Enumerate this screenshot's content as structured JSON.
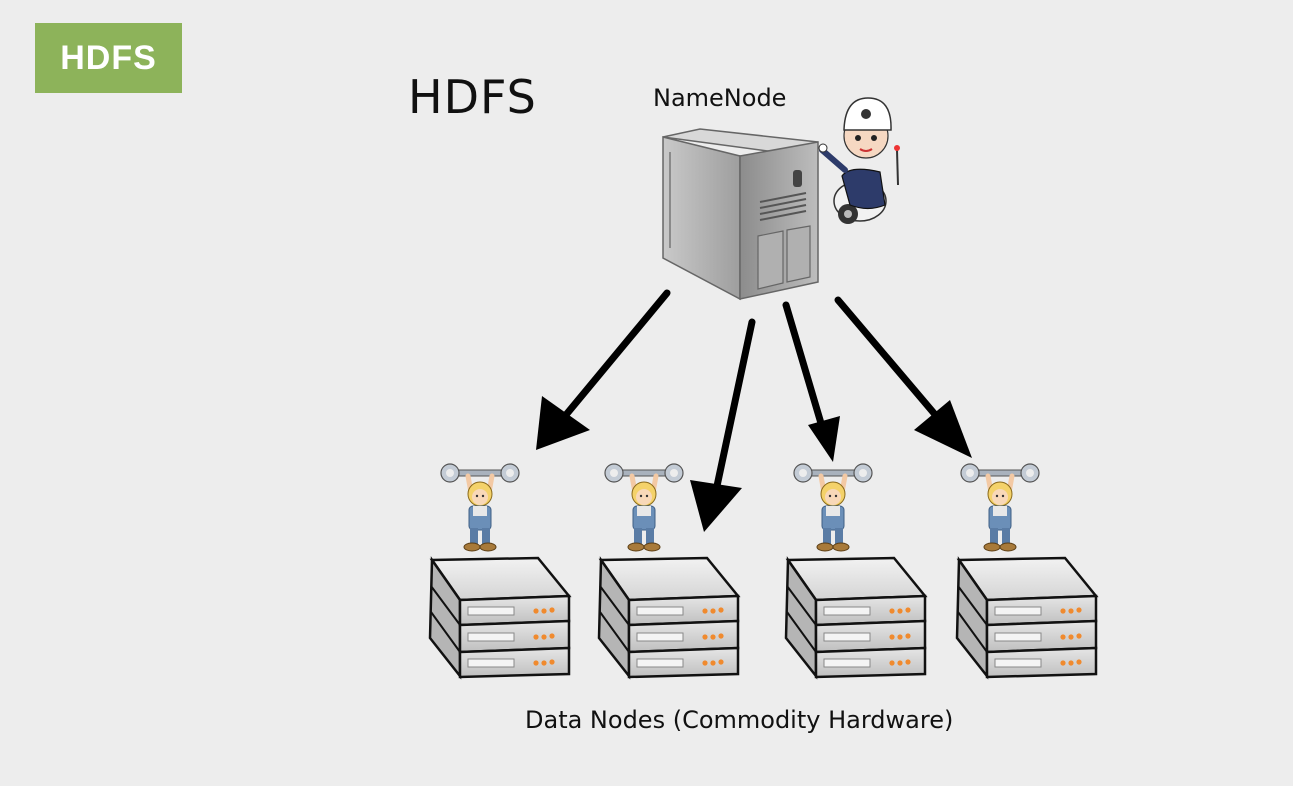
{
  "badge": {
    "label": "HDFS",
    "color": "#8db35a"
  },
  "diagram": {
    "title": "HDFS",
    "namenode_label": "NameNode",
    "datanodes_label": "Data Nodes (Commodity Hardware)",
    "datanode_count": 4,
    "icons": {
      "namenode": "tower-server-icon",
      "supervisor": "police-officer-icon",
      "worker": "mechanic-with-wrench-icon",
      "datanode": "rack-server-stack-icon"
    }
  }
}
